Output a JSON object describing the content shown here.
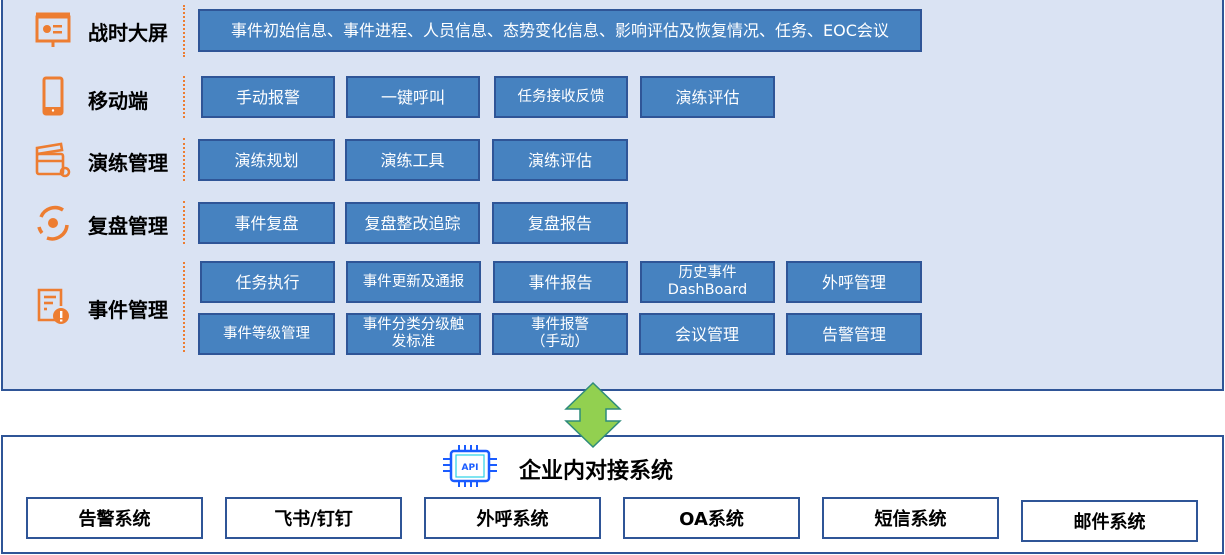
{
  "sections": [
    {
      "label": "战时大屏",
      "icon": "presentation-screen-icon",
      "items": [
        "事件初始信息、事件进程、人员信息、态势变化信息、影响评估及恢复情况、任务、EOC会议"
      ]
    },
    {
      "label": "移动端",
      "icon": "mobile-phone-icon",
      "items": [
        "手动报警",
        "一键呼叫",
        "任务接收反馈",
        "演练评估"
      ]
    },
    {
      "label": "演练管理",
      "icon": "clapperboard-gear-icon",
      "items": [
        "演练规划",
        "演练工具",
        "演练评估"
      ]
    },
    {
      "label": "复盘管理",
      "icon": "cycle-review-icon",
      "items": [
        "事件复盘",
        "复盘整改追踪",
        "复盘报告"
      ]
    },
    {
      "label": "事件管理",
      "icon": "document-alert-icon",
      "items": [
        "任务执行",
        "事件更新及通报",
        "事件报告",
        "历史事件DashBoard",
        "外呼管理",
        "事件等级管理",
        "事件分类分级触发标准",
        "事件报警（手动）",
        "会议管理",
        "告警管理"
      ]
    }
  ],
  "connector": {
    "icon": "double-arrow-icon",
    "color": "#92d050"
  },
  "enterprise": {
    "title": "企业内对接系统",
    "api_label": "API",
    "systems": [
      "告警系统",
      "飞书/钉钉",
      "外呼系统",
      "OA系统",
      "短信系统",
      "邮件系统"
    ]
  },
  "colors": {
    "panel": "#dae3f3",
    "button": "#4682c0",
    "border": "#2f5597",
    "accent": "#ed7d31"
  }
}
